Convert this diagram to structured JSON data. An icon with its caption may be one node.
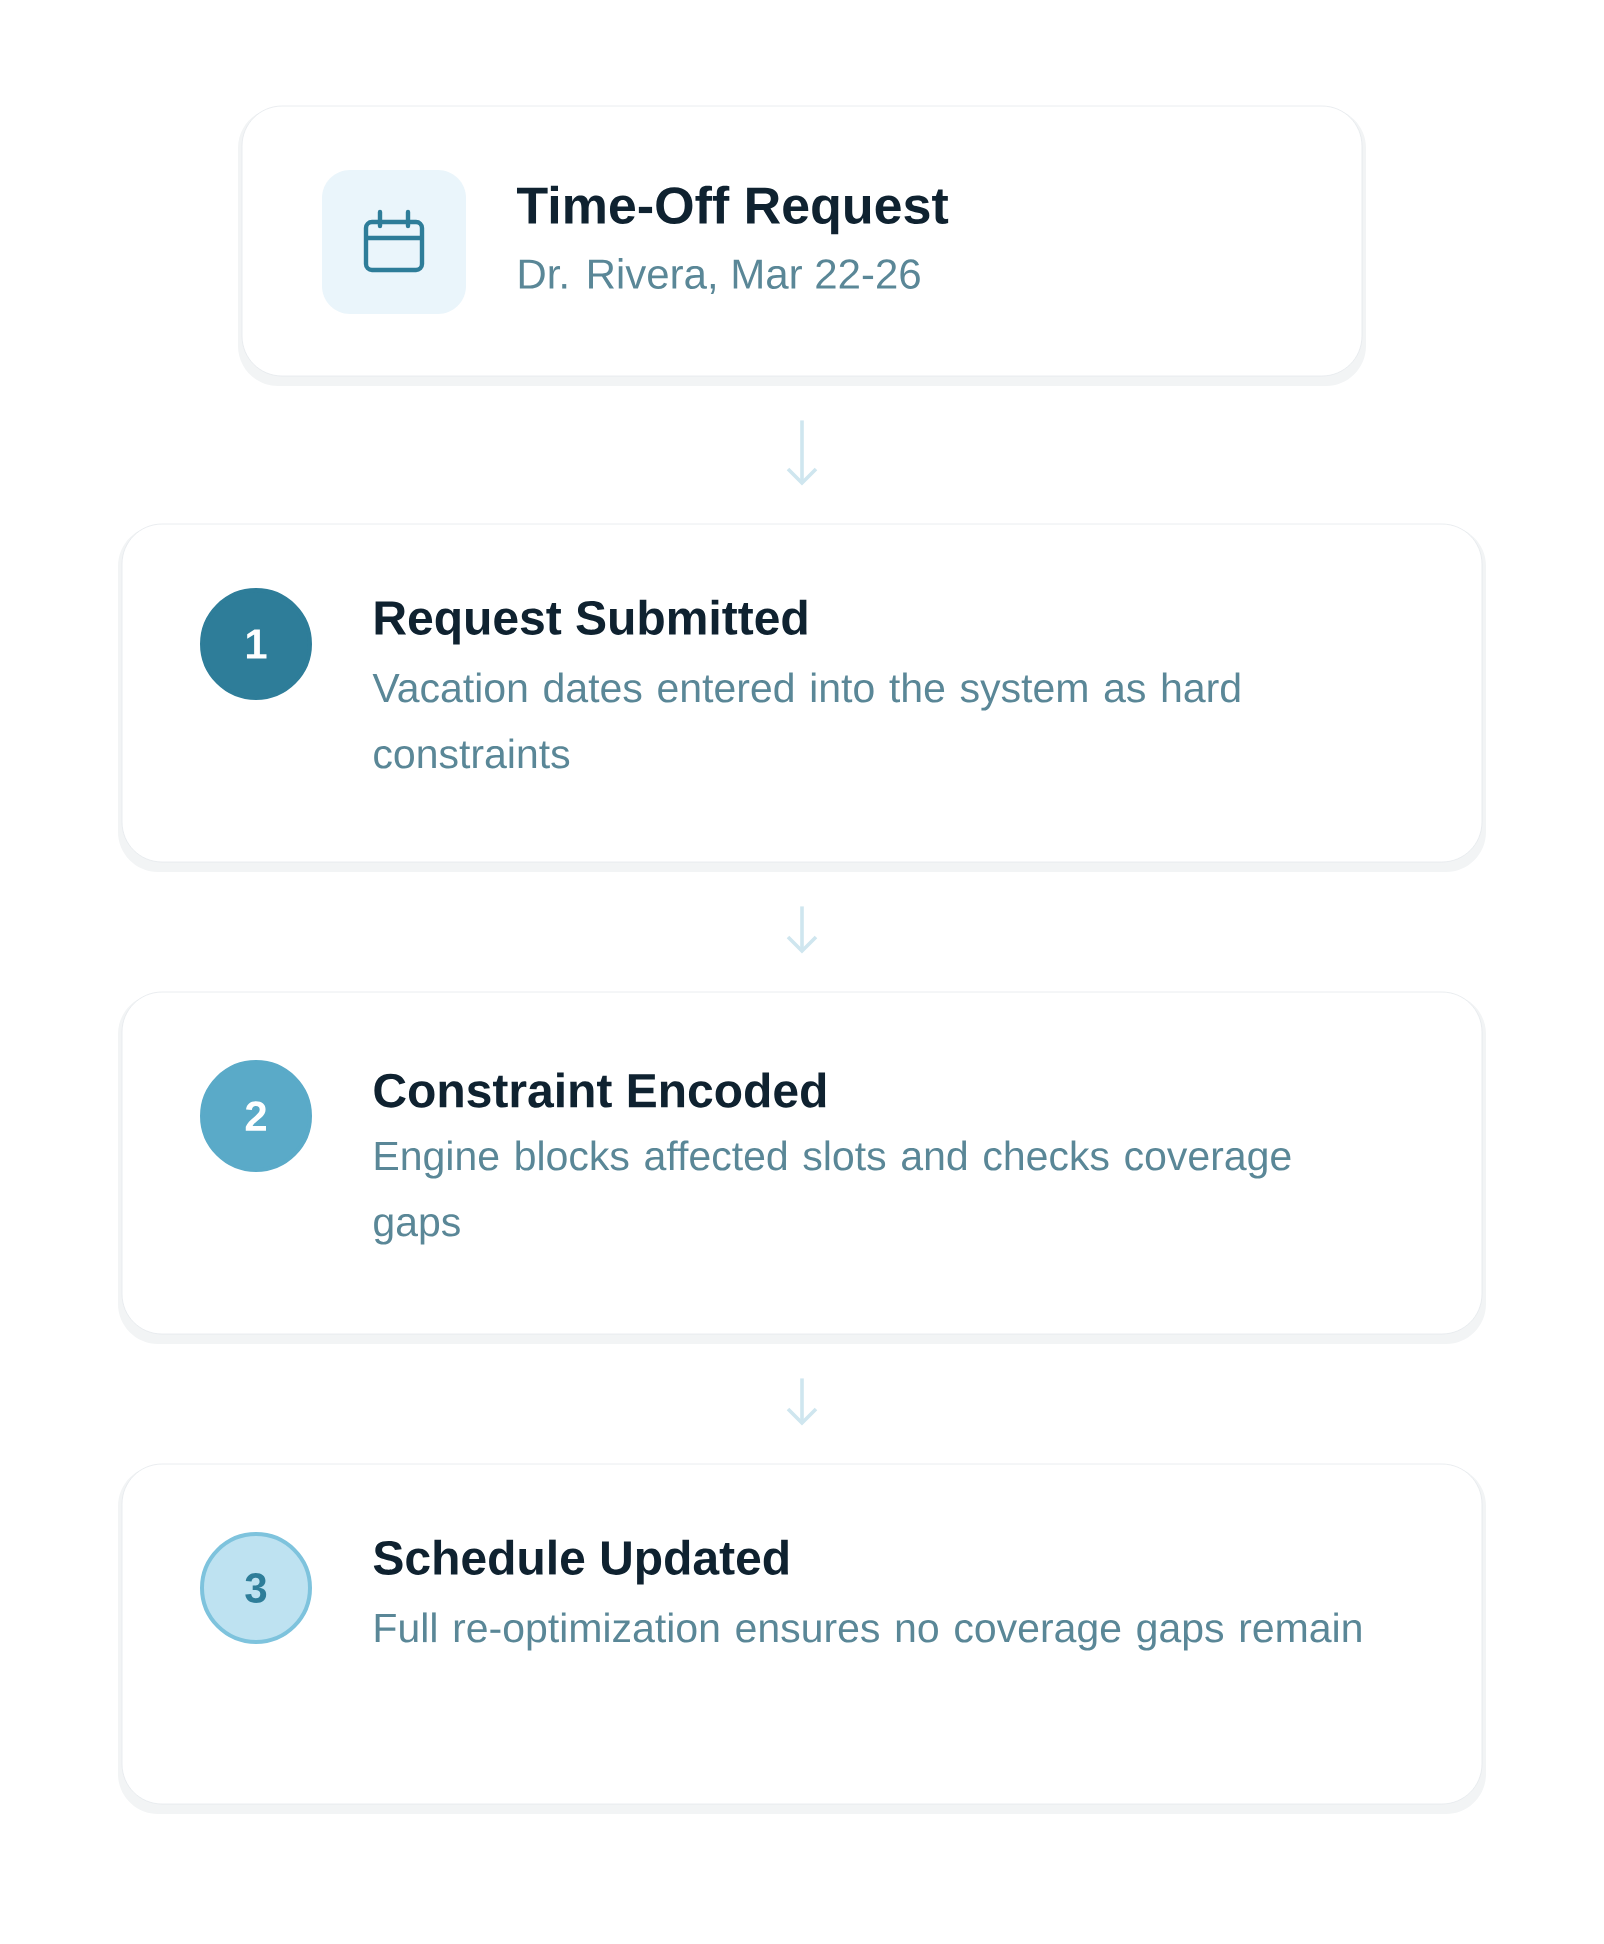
{
  "diagram": {
    "nodes": [
      {
        "text": [
          "Time-Off Request",
          "Dr. Rivera, Mar 22-26"
        ]
      },
      {
        "text": [
          "Request Submitted",
          "Vacation dates entered into the system as hard constraints"
        ]
      },
      {
        "text": [
          "1"
        ],
        "in": 1
      },
      {
        "text": [
          "Constraint Encoded",
          "Engine blocks affected slots and checks coverage gaps"
        ]
      },
      {
        "text": [
          "2"
        ],
        "in": 3
      },
      {
        "text": [
          "Schedule Updated",
          "Full re-optimization ensures no coverage gaps remain"
        ]
      },
      {
        "text": [
          "3"
        ],
        "in": 5
      }
    ],
    "edges": [
      {
        "from": 0,
        "to": 1,
        "arrow": "to"
      },
      {
        "from": 1,
        "to": 3,
        "arrow": "to"
      },
      {
        "from": 3,
        "to": 5,
        "arrow": "to"
      }
    ]
  }
}
